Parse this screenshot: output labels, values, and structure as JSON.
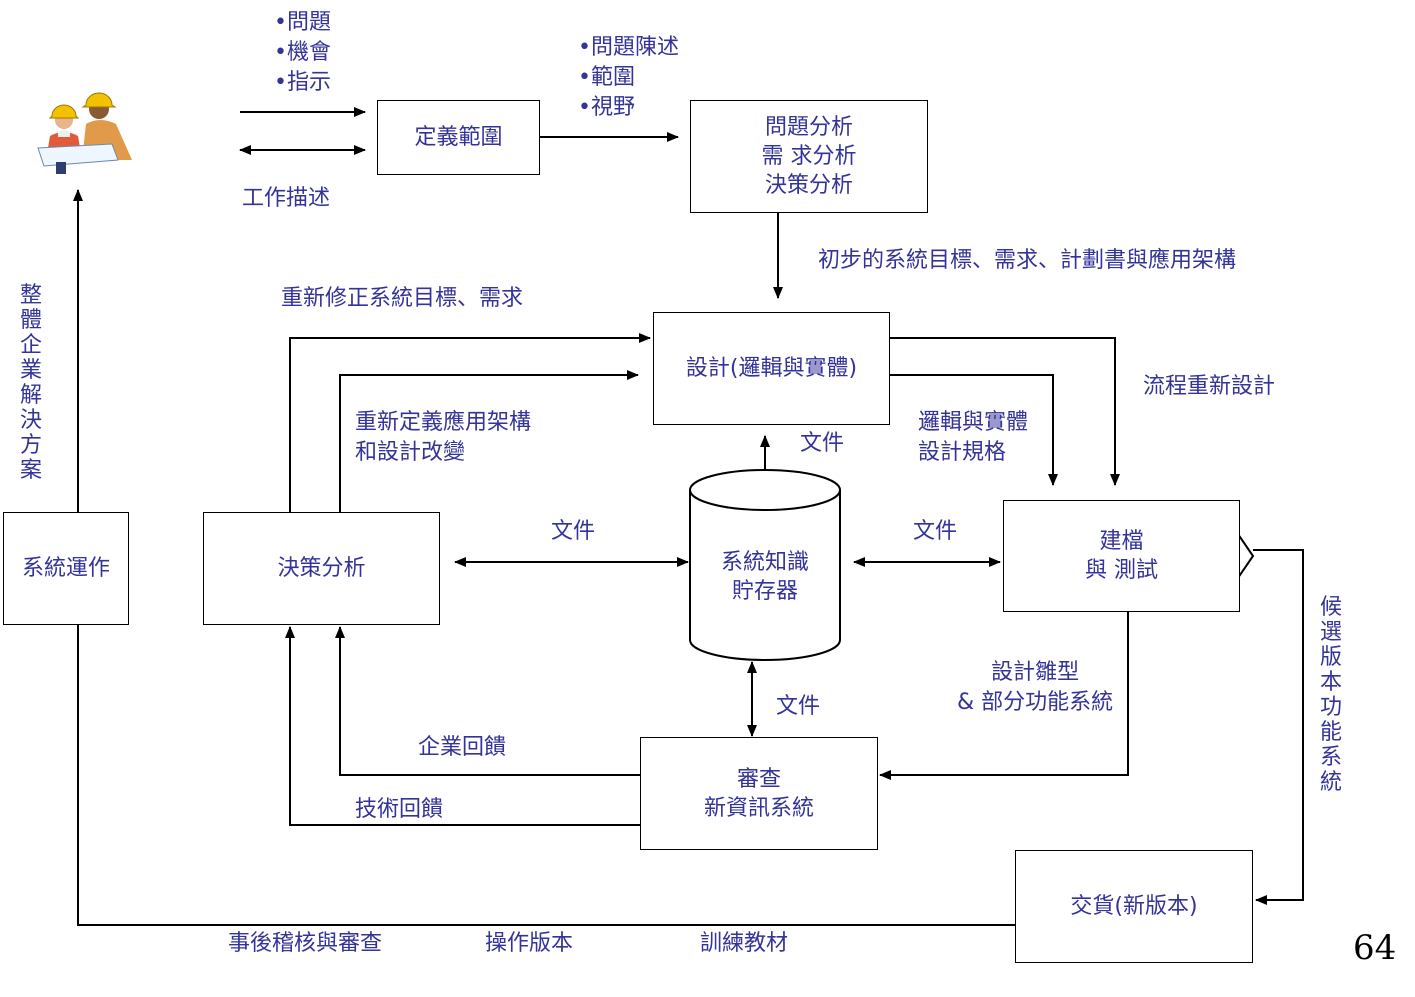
{
  "nodes": {
    "define_scope": "定義範圍",
    "analysis": "問題分析\n需 求分析\n決策分析",
    "design": "設計(邏輯與實體)",
    "repository": "系統知識\n貯存器",
    "decision": "決策分析",
    "operation": "系統運作",
    "build_test": "建檔\n與 測試",
    "review": "審查\n新資訊系統",
    "delivery": "交貨(新版本)"
  },
  "labels": {
    "inputs": "•問題\n•機會\n•指示",
    "job_desc": "工作描述",
    "scope_items": "•問題陳述\n•範圍\n•視野",
    "initial_goals": "初步的系統目標、需求、計劃書與應用架構",
    "revise_goals": "重新修正系統目標、需求",
    "redefine_arch": "重新定義應用架構\n和設計改變",
    "process_redesign": "流程重新設計",
    "logic_spec": "邏輯與實體\n設計規格",
    "doc_top": "文件",
    "doc_left": "文件",
    "doc_right": "文件",
    "doc_bottom": "文件",
    "prototype": "設計雛型\n& 部分功能系統",
    "business_feedback": "企業回饋",
    "tech_feedback": "技術回饋",
    "enterprise_solution": "整體企業解決方案",
    "candidate_version": "候選版本功能系統",
    "audit": "事後稽核與審查",
    "op_version": "操作版本",
    "training": "訓練教材"
  },
  "page_number": "64"
}
